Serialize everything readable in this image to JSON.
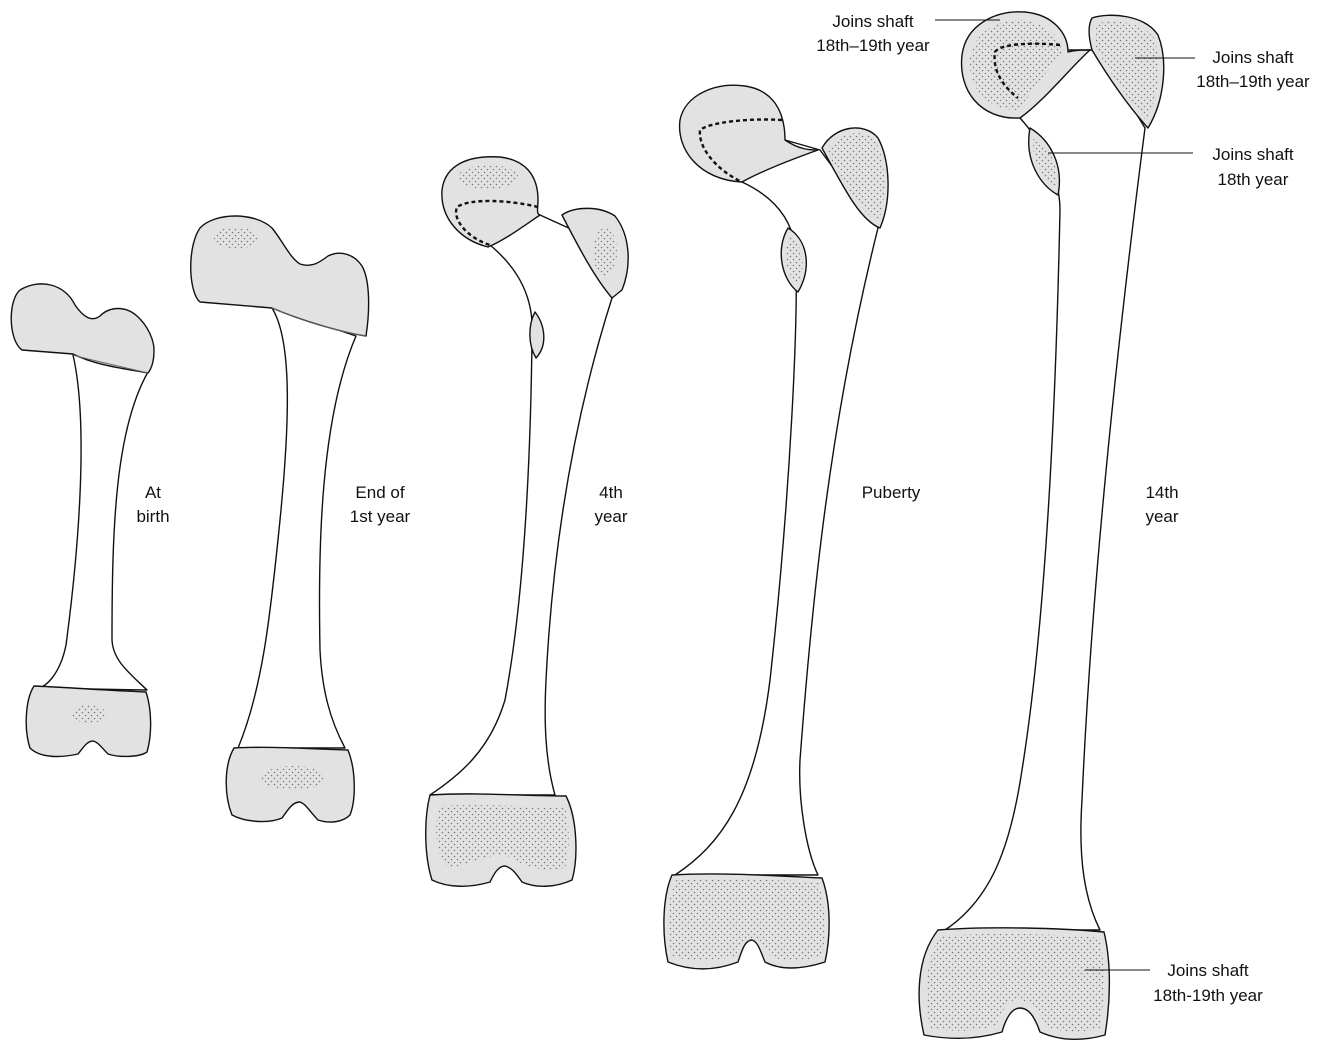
{
  "stages": [
    {
      "line1": "At",
      "line2": "birth"
    },
    {
      "line1": "End of",
      "line2": "1st year"
    },
    {
      "line1": "4th",
      "line2": "year"
    },
    {
      "line1": "Puberty"
    },
    {
      "line1": "14th",
      "line2": "year"
    }
  ],
  "callouts": {
    "head": {
      "line1": "Joins shaft",
      "line2": "18th–19th year"
    },
    "greater_trochanter": {
      "line1": "Joins shaft",
      "line2": "18th–19th year"
    },
    "lesser_trochanter": {
      "line1": "Joins shaft",
      "line2": "18th year"
    },
    "distal": {
      "line1": "Joins shaft",
      "line2": "18th-19th year"
    }
  },
  "colors": {
    "outline": "#111111",
    "epiphysis_fill": "#e2e2e2",
    "ossification_stipple": "#7a7a7a",
    "background": "#ffffff"
  }
}
